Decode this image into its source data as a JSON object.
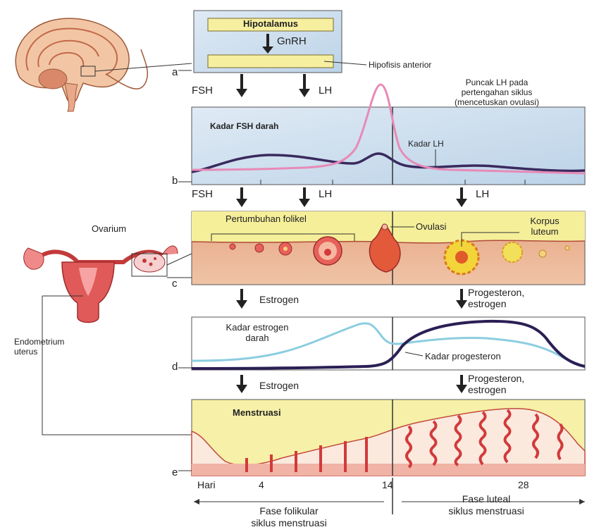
{
  "panel_a": {
    "letter": "a",
    "title": "Hipotalamus",
    "hormone": "GnRH",
    "pituitary_label": "Hipofisis anterior",
    "out_left": "FSH",
    "out_right": "LH"
  },
  "panel_b": {
    "letter": "b",
    "title": "Kadar FSH darah",
    "lh_level_label": "Kadar LH",
    "lh_peak_note": [
      "Puncak LH pada",
      "pertengahan siklus",
      "(mencetuskan ovulasi)"
    ],
    "out_left_fsh": "FSH",
    "out_left_lh": "LH",
    "out_right_lh": "LH"
  },
  "panel_c": {
    "letter": "c",
    "ovary_label": "Ovarium",
    "growth_label": "Pertumbuhan folikel",
    "ovulation_label": "Ovulasi",
    "corpus_label": [
      "Korpus",
      "luteum"
    ],
    "out_left": "Estrogen",
    "out_right": [
      "Progesteron,",
      "estrogen"
    ]
  },
  "panel_d": {
    "letter": "d",
    "estrogen_label": [
      "Kadar estrogen",
      "darah"
    ],
    "progesterone_label": "Kadar progesteron",
    "out_left": "Estrogen",
    "out_right": [
      "Progesteron,",
      "estrogen"
    ]
  },
  "panel_e": {
    "letter": "e",
    "title": "Menstruasi",
    "endometrium_label": [
      "Endometrium",
      "uterus"
    ]
  },
  "axis": {
    "day_label": "Hari",
    "ticks": [
      "4",
      "14",
      "28"
    ]
  },
  "phases": {
    "follicular": [
      "Fase folikular",
      "siklus menstruasi"
    ],
    "luteal": [
      "Fase luteal",
      "siklus menstruasi"
    ]
  },
  "colors": {
    "hypothalamus_panel": "#cfe0ef",
    "yellow_bar": "#f6efa0",
    "fsh_line": "#3a2a5e",
    "lh_line": "#e78ab7",
    "estrogen_line": "#8ccde0",
    "progesterone_line": "#2b1f55",
    "ovary_yellow": "#f5ef9a",
    "ovary_tissue": "#e8b28f",
    "endometrium": "#e35a56"
  }
}
